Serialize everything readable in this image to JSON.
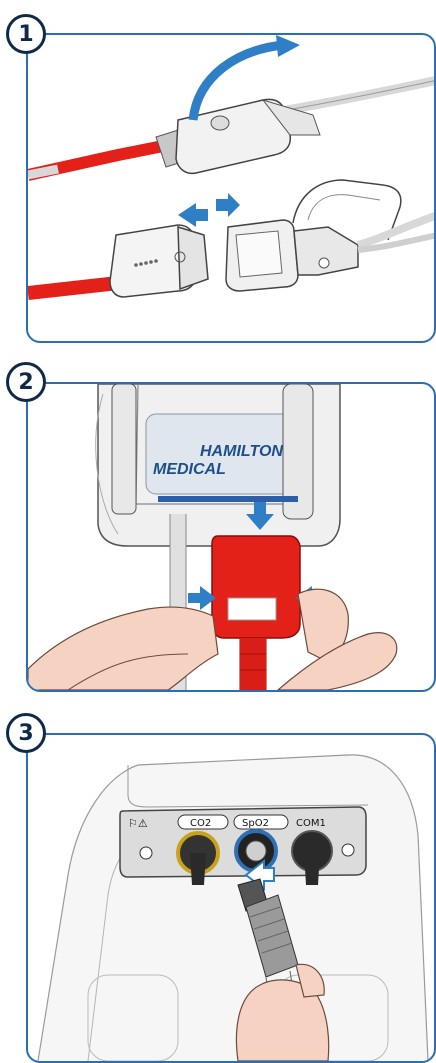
{
  "steps": [
    {
      "number": "1"
    },
    {
      "number": "2",
      "brand_line1": "HAMILTON",
      "brand_line2": "MEDICAL"
    },
    {
      "number": "3",
      "ports": [
        "CO2",
        "SpO2",
        "COM1"
      ]
    }
  ],
  "colors": {
    "frame": "#2a6fb5",
    "connector_red": "#e32119",
    "arrow_blue": "#2f7fc6"
  }
}
